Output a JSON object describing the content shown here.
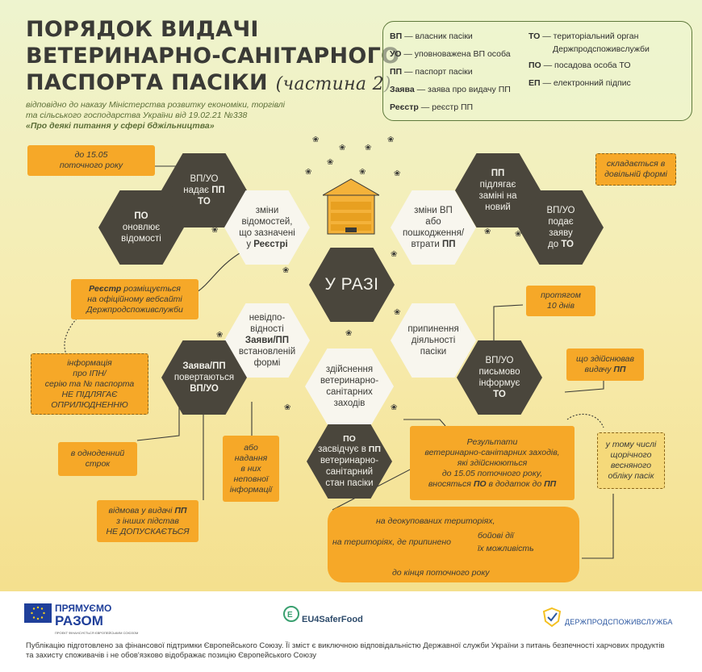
{
  "title": {
    "line1": "ПОРЯДОК ВИДАЧІ",
    "line2": "ВЕТЕРИНАРНО-САНІТАРНОГО",
    "line3": "ПАСПОРТА ПАСІКИ",
    "part": "(частина 2)"
  },
  "subtitle": {
    "line1": "відповідно до наказу Міністерства розвитку економіки, торгівлі",
    "line2": "та сільського господарства України від 19.02.21 №338",
    "doc": "«Про деякі питання у сфері бджільництва»"
  },
  "legend": [
    {
      "abbr": "ВП",
      "text": "— власник пасіки"
    },
    {
      "abbr": "УО",
      "text": "— уповноважена ВП особа"
    },
    {
      "abbr": "ПП",
      "text": "— паспорт пасіки"
    },
    {
      "abbr": "Заява",
      "text": "— заява про видачу ПП"
    },
    {
      "abbr": "Реєстр",
      "text": "— реєстр ПП"
    },
    {
      "abbr": "ТО",
      "text": "— територіальний орган"
    },
    {
      "abbr": "",
      "text": "Держпродспоживслужби"
    },
    {
      "abbr": "ПО",
      "text": "— посадова особа ТО"
    },
    {
      "abbr": "ЕП",
      "text": "— електронний підпис"
    }
  ],
  "center": {
    "label": "У РАЗІ"
  },
  "hexes": {
    "vp_uo_submits": {
      "l1": "ВП/УО",
      "l2": "надає",
      "l3": "ПП",
      "l4": "ТО"
    },
    "po_updates": {
      "l1": "ПО",
      "l2": "оновлює",
      "l3": "відомості"
    },
    "changes_registry": {
      "l1": "зміни",
      "l2": "відомостей,",
      "l3": "що зазначені",
      "l4": "у",
      "l5": "Реєстрі"
    },
    "changes_vp": {
      "l1": "зміни ВП",
      "l2": "або",
      "l3": "пошкодження/",
      "l4": "втрати",
      "l5": "ПП"
    },
    "pp_replace": {
      "l1": "ПП",
      "l2": "підлягає",
      "l3": "заміні на",
      "l4": "новий"
    },
    "vp_uo_application": {
      "l1": "ВП/УО",
      "l2": "подає",
      "l3": "заяву",
      "l4": "до",
      "l5": "ТО"
    },
    "nonconform": {
      "l1": "невідпо-",
      "l2": "відності",
      "l3": "Заяви/ПП",
      "l4": "встановленій",
      "l5": "формі"
    },
    "returned": {
      "l1": "Заява/ПП",
      "l2": "повертаються",
      "l3": "ВП/УО"
    },
    "sanitary": {
      "l1": "здійснення",
      "l2": "ветеринарно-",
      "l3": "санітарних",
      "l4": "заходів"
    },
    "po_certifies": {
      "l1": "ПО",
      "l2": "засвідчує в",
      "l3": "ПП",
      "l4": "ветеринарно-",
      "l5": "санітарний",
      "l6": "стан пасіки"
    },
    "termination": {
      "l1": "припинення",
      "l2": "діяльності",
      "l3": "пасіки"
    },
    "vp_uo_notifies": {
      "l1": "ВП/УО",
      "l2": "письмово",
      "l3": "інформує",
      "l4": "ТО"
    }
  },
  "boxes": {
    "deadline": {
      "l1": "до 15.05",
      "l2": "поточного року"
    },
    "free_form": {
      "l1": "складається в",
      "l2": "довільній формі"
    },
    "registry_site": {
      "b": "Реєстр",
      "l1": " розміщується",
      "l2": "на офіційному вебсайті",
      "l3": "Держпродспоживслужби"
    },
    "within_10": {
      "l1": "протягом",
      "l2": "10 днів"
    },
    "issued": {
      "l1": "що здійснював",
      "l2": "видачу",
      "b": "ПП"
    },
    "ipn_info": {
      "l1": "інформація",
      "l2": "про ІПН/",
      "l3": "серію та № паспорта",
      "l4": "НЕ ПІДЛЯГАЄ",
      "l5": "ОПРИЛЮДНЕННЮ"
    },
    "one_day": {
      "l1": "в одноденний",
      "l2": "строк"
    },
    "or_providing": {
      "l1": "або",
      "l2": "надання",
      "l3": "в них",
      "l4": "неповної",
      "l5": "інформації"
    },
    "results": {
      "l1": "Результати",
      "l2": "ветеринарно-санітарних заходів,",
      "l3": "які здійснюються",
      "l4": "до 15.05 поточного року,",
      "l5": "вносяться",
      "b1": "ПО",
      "l6": "в додаток до",
      "b2": "ПП"
    },
    "incl_spring": {
      "l1": "у тому числі",
      "l2": "щорічного",
      "l3": "весняного",
      "l4": "обліку пасік"
    },
    "refusal": {
      "l1": "відмова у видачі",
      "b": "ПП",
      "l2": "з інших підстав",
      "l3": "НЕ ДОПУСКАЄТЬСЯ"
    },
    "territories": {
      "l1": "на деокупованих територіях,",
      "l2": "на територіях, де припинено",
      "l3": "бойові дії",
      "l4": "їх можливість",
      "l5": "до кінця поточного року"
    }
  },
  "footer": {
    "eu_razom": "ПРЯМУЄМО",
    "eu_razom2": "РАЗОМ",
    "eu_small": "ПРОЕКТ ФІНАНСУЄТЬСЯ ЄВРОПЕЙСЬКИМ СОЮЗОМ",
    "eu4": "EU4SaferFood",
    "dps": "ДЕРЖПРОДСПОЖИВСЛУЖБА",
    "note1": "Публікацію підготовлено за фінансової підтримки Європейського Союзу. Її зміст є виключною відповідальністю Державної служби України з питань безпечності харчових продуктів",
    "note2": "та захисту споживачів і не обов'язково відображає позицію Європейського Союзу"
  },
  "colors": {
    "hex_dark": "#4a463c",
    "box_orange": "#f6a828",
    "accent_green": "#5f7a3b"
  }
}
